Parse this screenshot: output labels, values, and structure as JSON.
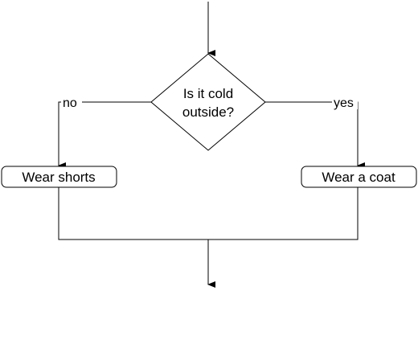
{
  "diagram": {
    "decision": {
      "line1": "Is it cold",
      "line2": "outside?"
    },
    "branches": {
      "no": {
        "label": "no",
        "action": "Wear shorts"
      },
      "yes": {
        "label": "yes",
        "action": "Wear a coat"
      }
    }
  },
  "colors": {
    "line": "#000000",
    "fill": "#ffffff",
    "text": "#000000"
  }
}
